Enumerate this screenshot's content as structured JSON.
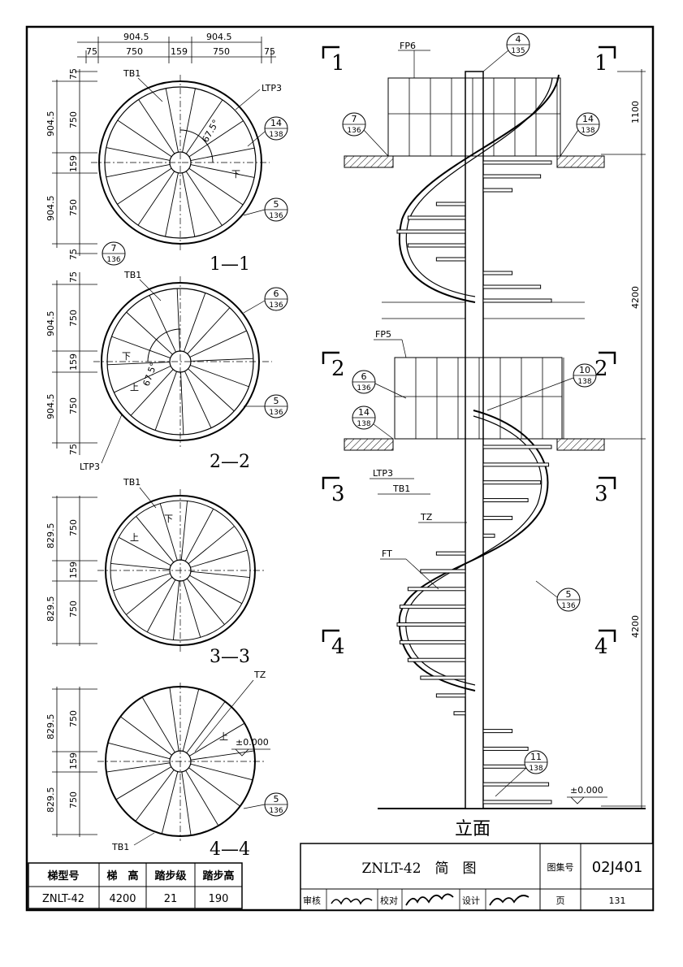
{
  "plan_sections": [
    {
      "section_label": "1—1",
      "top_dims": [
        "904.5",
        "904.5"
      ],
      "top_sub_dims": [
        "75",
        "750",
        "159",
        "750",
        "75"
      ],
      "left_outer_dims": [
        "904.5",
        "904.5"
      ],
      "left_inner_dims": [
        "75",
        "750",
        "159",
        "750",
        "75"
      ],
      "callouts": [
        {
          "label": "TB1"
        },
        {
          "label": "LTP3"
        },
        {
          "num": "14",
          "den": "138"
        },
        {
          "num": "5",
          "den": "136"
        },
        {
          "num": "7",
          "den": "136"
        }
      ],
      "angle": "67.5°",
      "dir_down": "下"
    },
    {
      "section_label": "2—2",
      "left_outer_dims": [
        "904.5",
        "904.5"
      ],
      "left_inner_dims": [
        "75",
        "750",
        "159",
        "750",
        "75"
      ],
      "callouts": [
        {
          "label": "TB1"
        },
        {
          "num": "6",
          "den": "136"
        },
        {
          "num": "5",
          "den": "136"
        },
        {
          "label": "LTP3"
        }
      ],
      "angle": "67.5°",
      "dir_down": "下",
      "dir_up": "上"
    },
    {
      "section_label": "3—3",
      "left_outer_dims": [
        "829.5",
        "829.5"
      ],
      "left_inner_dims": [
        "750",
        "159",
        "750"
      ],
      "callouts": [
        {
          "label": "TB1"
        }
      ],
      "dir_down": "下",
      "dir_up": "上"
    },
    {
      "section_label": "4—4",
      "left_outer_dims": [
        "829.5",
        "829.5"
      ],
      "left_inner_dims": [
        "750",
        "159",
        "750"
      ],
      "callouts": [
        {
          "label": "TZ"
        },
        {
          "num": "5",
          "den": "136"
        },
        {
          "label": "TB1"
        }
      ],
      "dir_up": "上",
      "elevation": "±0.000"
    }
  ],
  "elevation": {
    "title": "立面",
    "cut_marks": [
      "1",
      "1",
      "2",
      "2",
      "3",
      "3",
      "4",
      "4"
    ],
    "dims": [
      "1100",
      "4200",
      "4200"
    ],
    "labels": [
      "FP6",
      "FP5",
      "LTP3",
      "TB1",
      "TZ",
      "FT"
    ],
    "callouts": [
      {
        "num": "4",
        "den": "135"
      },
      {
        "num": "7",
        "den": "136"
      },
      {
        "num": "14",
        "den": "138"
      },
      {
        "num": "6",
        "den": "136"
      },
      {
        "num": "14",
        "den": "138"
      },
      {
        "num": "10",
        "den": "138"
      },
      {
        "num": "5",
        "den": "136"
      },
      {
        "num": "11",
        "den": "138"
      }
    ],
    "ground_elevation": "±0.000"
  },
  "spec_table": {
    "headers": [
      "梯型号",
      "梯　高",
      "踏步级",
      "踏步高"
    ],
    "row": [
      "ZNLT-42",
      "4200",
      "21",
      "190"
    ]
  },
  "title_block": {
    "drawing_title": "ZNLT-42　简　图",
    "atlas_label": "图集号",
    "atlas_no": "02J401",
    "review_label": "审核",
    "check_label": "校对",
    "design_label": "设计",
    "page_label": "页",
    "page_no": "131"
  }
}
